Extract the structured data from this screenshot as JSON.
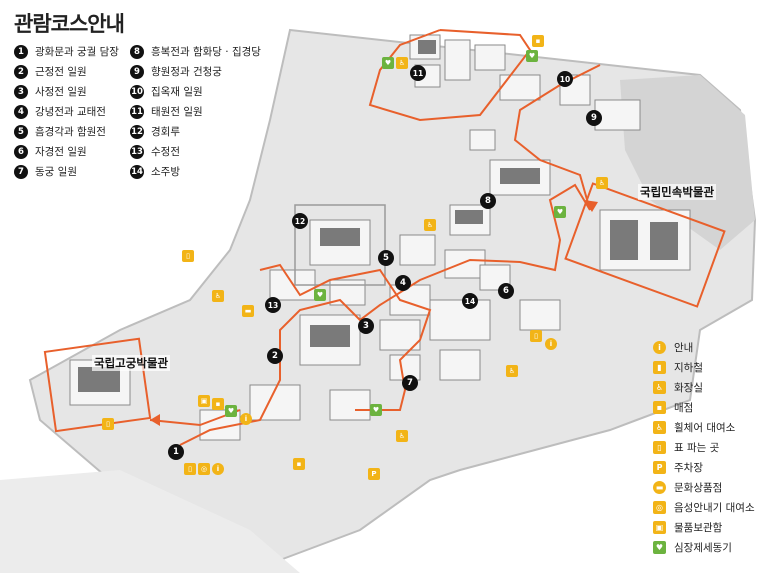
{
  "title": "관람코스안내",
  "courses": [
    {
      "num": "1",
      "label": "광화문과 궁궐 담장"
    },
    {
      "num": "2",
      "label": "근정전 일원"
    },
    {
      "num": "3",
      "label": "사정전 일원"
    },
    {
      "num": "4",
      "label": "강녕전과 교태전"
    },
    {
      "num": "5",
      "label": "흠경각과 함원전"
    },
    {
      "num": "6",
      "label": "자경전 일원"
    },
    {
      "num": "7",
      "label": "동궁 일원"
    },
    {
      "num": "8",
      "label": "흥복전과 함화당 · 집경당"
    },
    {
      "num": "9",
      "label": "향원정과 건청궁"
    },
    {
      "num": "10",
      "label": "집옥재 일원"
    },
    {
      "num": "11",
      "label": "태원전 일원"
    },
    {
      "num": "12",
      "label": "경회루"
    },
    {
      "num": "13",
      "label": "수정전"
    },
    {
      "num": "14",
      "label": "소주방"
    }
  ],
  "legend": [
    {
      "icon": "info-icon",
      "glyph": "i",
      "label": "안내"
    },
    {
      "icon": "subway-icon",
      "glyph": "▮",
      "label": "지하철"
    },
    {
      "icon": "restroom-icon",
      "glyph": "♿",
      "label": "화장실"
    },
    {
      "icon": "store-icon",
      "glyph": "▪",
      "label": "매점"
    },
    {
      "icon": "wheelchair-icon",
      "glyph": "♿",
      "label": "휠체어 대여소"
    },
    {
      "icon": "ticket-icon",
      "glyph": "▯",
      "label": "표 파는 곳"
    },
    {
      "icon": "parking-icon",
      "glyph": "P",
      "label": "주차장"
    },
    {
      "icon": "souvenir-shop-icon",
      "glyph": "▬",
      "label": "문화상품점"
    },
    {
      "icon": "audio-guide-icon",
      "glyph": "◎",
      "label": "음성안내기 대여소"
    },
    {
      "icon": "locker-icon",
      "glyph": "▣",
      "label": "물품보관함"
    },
    {
      "icon": "defibrillator-icon",
      "glyph": "♥",
      "label": "심장제세동기"
    }
  ],
  "map": {
    "museum_folk": "국립민속박물관",
    "museum_palace": "국립고궁박물관",
    "markers": [
      "1",
      "2",
      "3",
      "4",
      "5",
      "6",
      "7",
      "8",
      "9",
      "10",
      "11",
      "12",
      "13",
      "14"
    ],
    "route_color": "#e8602c",
    "facility_color": "#f2b417",
    "aed_color": "#6cb33f"
  }
}
